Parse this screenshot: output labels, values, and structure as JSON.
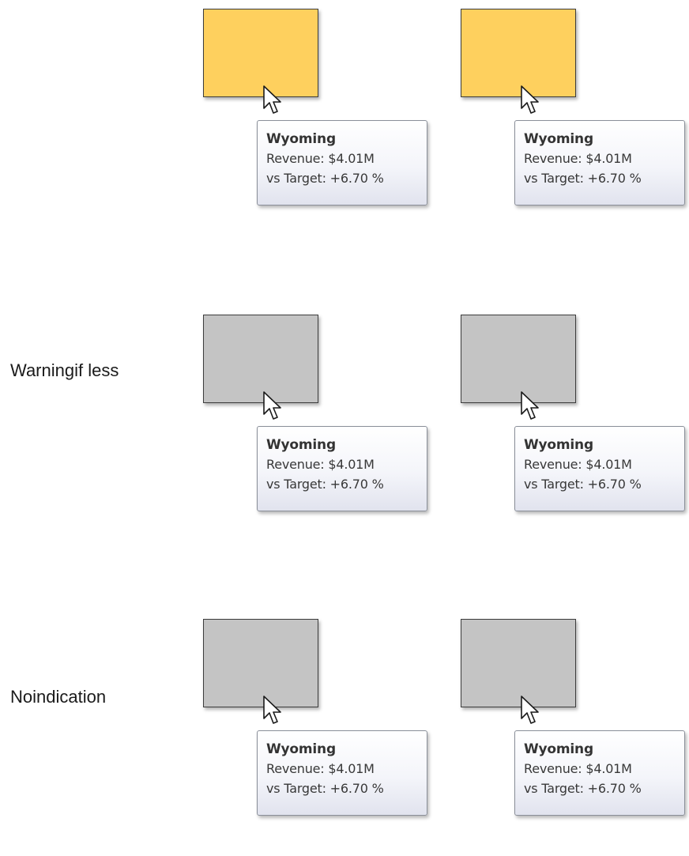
{
  "colors": {
    "accent_fill": "#fed05e",
    "neutral_fill": "#c4c4c4"
  },
  "rows": [
    {
      "label": "",
      "cells": [
        {
          "fill": "#fed05e",
          "tooltip": {
            "title": "Wyoming",
            "line1": "Revenue: $4.01M",
            "line2": "vs Target: +6.70 %"
          }
        },
        {
          "fill": "#fed05e",
          "tooltip": {
            "title": "Wyoming",
            "line1": "Revenue: $4.01M",
            "line2": "vs Target: +6.70 %"
          }
        }
      ]
    },
    {
      "label": "Warningif less",
      "cells": [
        {
          "fill": "#c4c4c4",
          "tooltip": {
            "title": "Wyoming",
            "line1": "Revenue: $4.01M",
            "line2": "vs Target: +6.70 %"
          }
        },
        {
          "fill": "#c4c4c4",
          "tooltip": {
            "title": "Wyoming",
            "line1": "Revenue: $4.01M",
            "line2": "vs Target: +6.70 %"
          }
        }
      ]
    },
    {
      "label": "Noindication",
      "cells": [
        {
          "fill": "#c4c4c4",
          "tooltip": {
            "title": "Wyoming",
            "line1": "Revenue: $4.01M",
            "line2": "vs Target: +6.70 %"
          }
        },
        {
          "fill": "#c4c4c4",
          "tooltip": {
            "title": "Wyoming",
            "line1": "Revenue: $4.01M",
            "line2": "vs Target: +6.70 %"
          }
        }
      ]
    }
  ],
  "icons": {
    "cursor": "mouse-pointer-icon"
  }
}
